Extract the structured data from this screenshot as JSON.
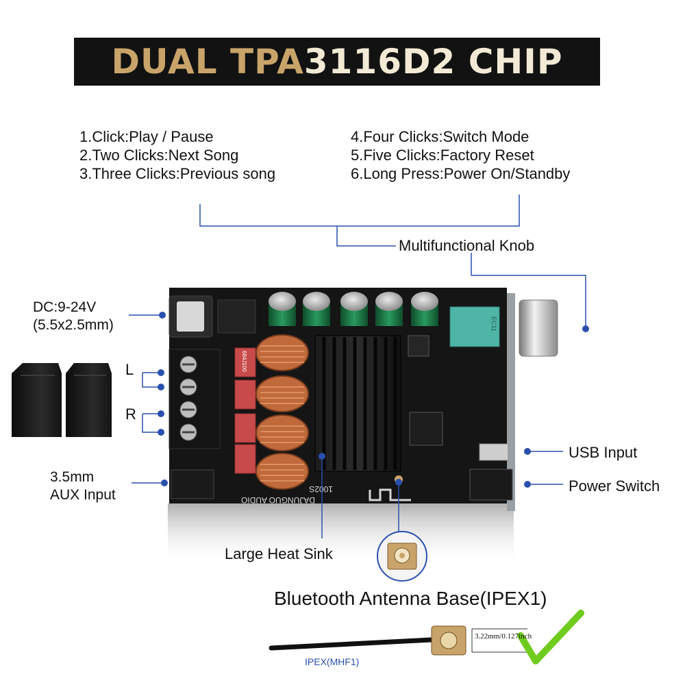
{
  "title": {
    "prefix": "DUAL TPA",
    "rest": "3116D2 CHIP"
  },
  "instructions": {
    "left": [
      "1.Click:Play / Pause",
      "2.Two Clicks:Next Song",
      "3.Three Clicks:Previous song"
    ],
    "right": [
      "4.Four Clicks:Switch Mode",
      "5.Five Clicks:Factory Reset",
      "6.Long Press:Power On/Standby"
    ]
  },
  "labels": {
    "knob": "Multifunctional Knob",
    "dc_line1": "DC:9-24V",
    "dc_line2": "(5.5x2.5mm)",
    "left_channel": "L",
    "right_channel": "R",
    "aux_line1": "3.5mm",
    "aux_line2": "AUX Input",
    "usb": "USB Input",
    "power_switch": "Power Switch",
    "heat_sink": "Large Heat Sink",
    "bluetooth_base": "Bluetooth Antenna Base(IPEX1)",
    "ipex": "IPEX(MHF1)",
    "dimension": "3.22mm/0.127inch"
  },
  "board_text": {
    "model": "1002S",
    "brand": "DAJUNGUO AUDIO",
    "inductor_code": "684J100",
    "knob_module": "EC11"
  },
  "colors": {
    "pointer_line": "#2a4fae",
    "title_bar": "#121212",
    "title_gold": "#c9a46a",
    "check_mark": "#6fcb1e",
    "pcb": "#151515",
    "capacitor": "#1f7a4a",
    "inductor": "#c06a3c"
  },
  "icons": [
    "speaker-icon",
    "check-icon",
    "antenna-connector-icon"
  ]
}
